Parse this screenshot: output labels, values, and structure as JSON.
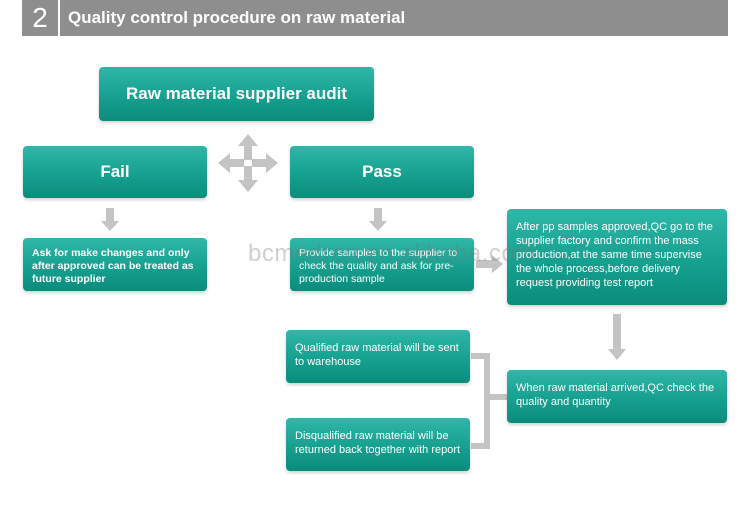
{
  "header": {
    "number": "2",
    "title": "Quality control procedure on raw material"
  },
  "nodes": {
    "audit": "Raw material supplier audit",
    "fail": "Fail",
    "pass": "Pass",
    "fail_action": "Ask for make changes and only after approved can be treated as future supplier",
    "pass_action": "Provide samples to the supplier to check the quality and ask for pre-production sample",
    "pp_approved": "After pp samples approved,QC go to the supplier factory and confirm the mass production,at the same time supervise the whole process,before delivery request providing  test report",
    "arrived": "When raw material arrived,QC check the quality and quantity",
    "qualified": "Qualified raw material will be sent to warehouse",
    "disqualified": "Disqualified raw material will be returned back together with report"
  },
  "watermark": "bcmedren.en.alibaba.com",
  "colors": {
    "header_bg": "#8e8e8e",
    "box_teal": "#16a08f",
    "arrow_gray": "#bdbdbd"
  }
}
